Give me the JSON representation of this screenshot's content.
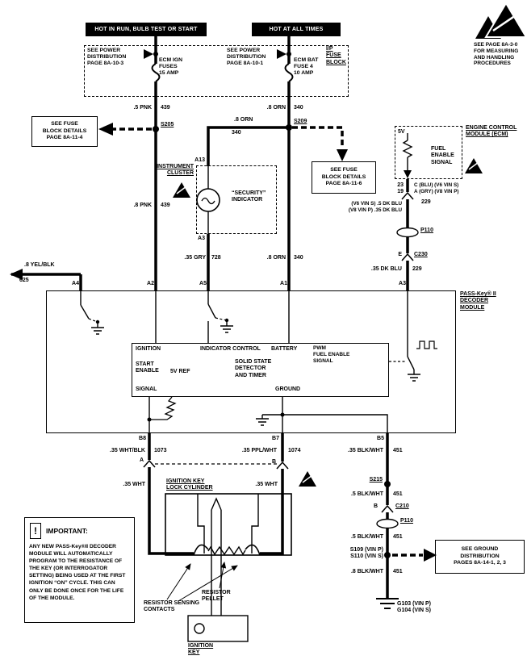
{
  "banners": {
    "hot1": "HOT IN RUN, BULB TEST OR START",
    "hot2": "HOT AT ALL TIMES"
  },
  "fusebox": {
    "label": "I/P\nFUSE\nBLOCK",
    "see1": "SEE POWER\nDISTRIBUTION\nPAGE 8A-10-3",
    "fuse1": "ECM IGN\nFUSES\n15 AMP",
    "see2": "SEE POWER\nDISTRIBUTION\nPAGE 8A-10-1",
    "fuse2": "ECM BAT\nFUSE 4\n10 AMP"
  },
  "esd": {
    "note": "SEE PAGE 8A-3-0\nFOR MEASURING\nAND HANDLING\nPROCEDURES"
  },
  "refs": {
    "fuse114": "SEE FUSE\nBLOCK DETAILS\nPAGE 8A-11-4",
    "fuse116": "SEE FUSE\nBLOCK DETAILS\nPAGE 8A-11-6",
    "ground": "SEE GROUND\nDISTRIBUTION\nPAGES 8A-14-1, 2, 3"
  },
  "wires": {
    "pnk_top_size": ".5 PNK",
    "pnk_top_ckt": "439",
    "pnk_bot_size": ".8 PNK",
    "pnk_bot_ckt": "439",
    "orn_top_size": ".8 ORN",
    "orn_top_ckt": "340",
    "orn_branch_size": ".8 ORN",
    "orn_branch_ckt": "340",
    "orn_bot_size": ".8 ORN",
    "orn_bot_ckt": "340",
    "gry_size": ".35 GRY",
    "gry_ckt": "728",
    "yel_size": ".8 YEL/BLK",
    "yel_ckt": "625",
    "dkblu_pins": "23\n19",
    "dkblu_pin_letters": "C (BLU) (V6 VIN S)\nA (GRY) (V8 VIN P)",
    "dkblu_top_ckt": "229",
    "dkblu_vin_sizes": "(V6 VIN S) .5 DK BLU\n(V8 VIN P) .35 DK BLU",
    "dkblu_bot_size": ".35 DK BLU",
    "dkblu_bot_ckt": "229",
    "whtblk_size": ".35 WHT/BLK",
    "whtblk_ckt": "1073",
    "pplwht_size": ".35 PPL/WHT",
    "pplwht_ckt": "1074",
    "wht_left": ".35 WHT",
    "wht_right": ".35 WHT",
    "blkwht1_size": ".35 BLK/WHT",
    "blkwht1_ckt": "451",
    "blkwht2_size": ".5 BLK/WHT",
    "blkwht2_ckt": "451",
    "blkwht3_size": ".5 BLK/WHT",
    "blkwht3_ckt": "451",
    "blkwht4_size": ".8 BLK/WHT",
    "blkwht4_ckt": "451"
  },
  "nodes": {
    "s205": "S205",
    "s209": "S209",
    "s215": "S215",
    "s109": "S109 (VIN P)\nS110 (VIN S)",
    "g103": "G103 (VIN P)\nG104 (VIN S)",
    "p110_top": "P110",
    "c230": "C230",
    "c230_pin": "E",
    "conn_a": "A",
    "conn_b": "B",
    "c210": "C210",
    "c210_pin": "B",
    "p110_bot": "P110"
  },
  "cluster": {
    "name": "INSTRUMENT\nCLUSTER",
    "pin_top": "A13",
    "pin_bot": "A3",
    "indicator": "“SECURITY”\nINDICATOR"
  },
  "ecm": {
    "name": "ENGINE CONTROL\nMODULE (ECM)",
    "v5": "5V",
    "fuel": "FUEL\nENABLE\nSIGNAL"
  },
  "module": {
    "name": "PASS-Key® II\nDECODER\nMODULE",
    "a4": "A4",
    "a2": "A2",
    "a5": "A5",
    "a1": "A1",
    "a3": "A3",
    "b8": "B8",
    "b7": "B7",
    "b5": "B5",
    "ignition": "IGNITION",
    "indicator_control": "INDICATOR CONTROL",
    "battery": "BATTERY",
    "pwm": "PWM\nFUEL ENABLE\nSIGNAL",
    "start_enable": "START\nENABLE",
    "vref": "5V REF",
    "detector": "SOLID STATE\nDETECTOR\nAND TIMER",
    "signal": "SIGNAL",
    "ground": "GROUND"
  },
  "lock": {
    "name": "IGNITION KEY\nLOCK CYLINDER",
    "contacts": "RESISTOR SENSING\nCONTACTS",
    "pellet": "RESISTOR\nPELLET",
    "key": "IGNITION\nKEY"
  },
  "important": {
    "bang": "!",
    "title": "IMPORTANT:",
    "body": "ANY NEW PASS-Key®II DECODER MODULE WILL AUTOMATICALLY PROGRAM TO THE RESISTANCE OF THE KEY (OR INTERROGATOR SETTING) BEING USED AT THE FIRST IGNITION “ON” CYCLE. THIS CAN ONLY BE DONE ONCE FOR THE LIFE OF THE MODULE."
  }
}
